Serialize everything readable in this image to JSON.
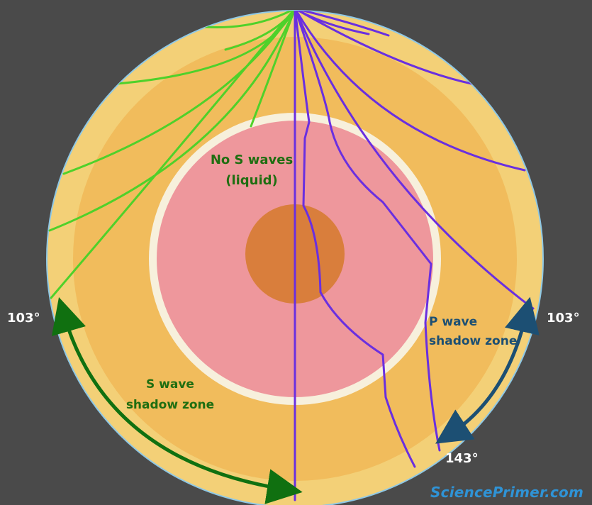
{
  "labels": {
    "left_angle": "103°",
    "right_angle": "103°",
    "bottom_angle": "143°",
    "core_line1": "No S waves",
    "core_line2": "(liquid)",
    "s_zone_line1": "S wave",
    "s_zone_line2": "shadow zone",
    "p_zone_line1": "P wave",
    "p_zone_line2": "shadow zone"
  },
  "brand": "SciencePrimer.com",
  "colors": {
    "background": "#4a4a4a",
    "crust": "#f3d077",
    "mantle": "#f1bc5c",
    "outer_core_border": "#f7f0dc",
    "outer_core": "#ee979c",
    "inner_core": "#d97e3c",
    "s_wave": "#4fd12a",
    "p_wave": "#6a2fe0",
    "s_label": "#1f6e11",
    "p_label": "#1c4f73",
    "s_arrow": "#107010",
    "p_arrow": "#1c4f73",
    "angle_label": "#ffffff",
    "brand": "#2f93d6"
  }
}
